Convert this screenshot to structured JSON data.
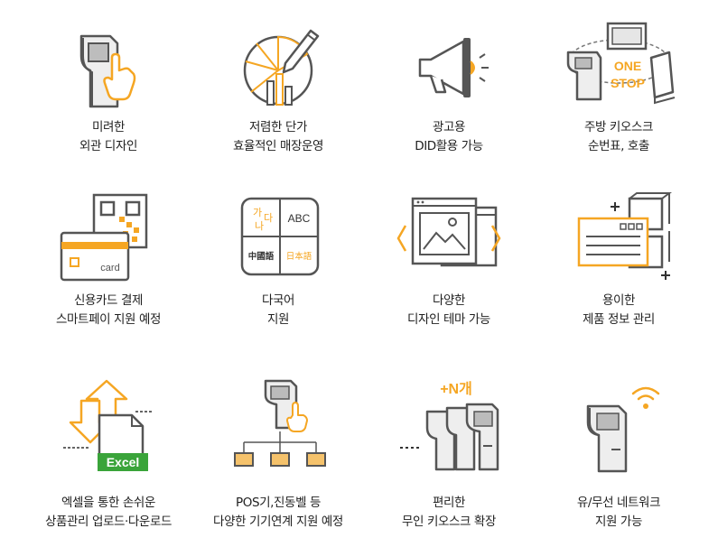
{
  "features": [
    {
      "line1": "미려한",
      "line2": "외관 디자인"
    },
    {
      "line1": "저렴한 단가",
      "line2": "효율적인 매장운영"
    },
    {
      "line1": "광고용",
      "line2": "DID활용 가능"
    },
    {
      "line1": "주방 키오스크",
      "line2": "순번표, 호출"
    },
    {
      "line1": "신용카드 결제",
      "line2": "스마트페이 지원 예정"
    },
    {
      "line1": "다국어",
      "line2": "지원"
    },
    {
      "line1": "다양한",
      "line2": "디자인 테마 가능"
    },
    {
      "line1": "용이한",
      "line2": "제품 정보 관리"
    },
    {
      "line1": "엑셀을 통한 손쉬운",
      "line2": "상품관리 업로드·다운로드"
    },
    {
      "line1": "POS기,진동벨 등",
      "line2": "다양한 기기연계 지원 예정"
    },
    {
      "line1": "편리한",
      "line2": "무인 키오스크 확장"
    },
    {
      "line1": "유/무선 네트워크",
      "line2": "지원 가능"
    }
  ],
  "icon_text": {
    "one": "ONE",
    "stop": "STOP",
    "card": "card",
    "ga": "가",
    "na": "나",
    "da": "다",
    "abc": "ABC",
    "chinese": "中國語",
    "japanese": "日本語",
    "plus_n": "+N개",
    "excel": "Excel"
  },
  "colors": {
    "accent": "#f5a623",
    "line": "#555555",
    "fill": "#e9e9e9",
    "excel_green": "#3aa43a"
  }
}
